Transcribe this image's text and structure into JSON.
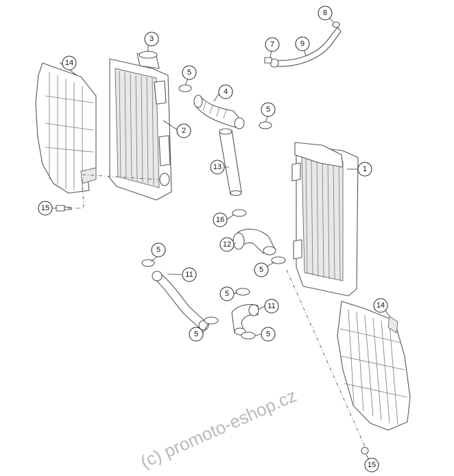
{
  "watermark": "(c) promoto-eshop.cz",
  "callouts": [
    {
      "label": "14"
    },
    {
      "label": "3"
    },
    {
      "label": "5"
    },
    {
      "label": "2"
    },
    {
      "label": "4"
    },
    {
      "label": "5"
    },
    {
      "label": "13"
    },
    {
      "label": "7"
    },
    {
      "label": "9"
    },
    {
      "label": "8"
    },
    {
      "label": "1"
    },
    {
      "label": "15"
    },
    {
      "label": "16"
    },
    {
      "label": "12"
    },
    {
      "label": "5"
    },
    {
      "label": "5"
    },
    {
      "label": "11"
    },
    {
      "label": "5"
    },
    {
      "label": "11"
    },
    {
      "label": "5"
    },
    {
      "label": "5"
    },
    {
      "label": "14"
    },
    {
      "label": "15"
    }
  ]
}
